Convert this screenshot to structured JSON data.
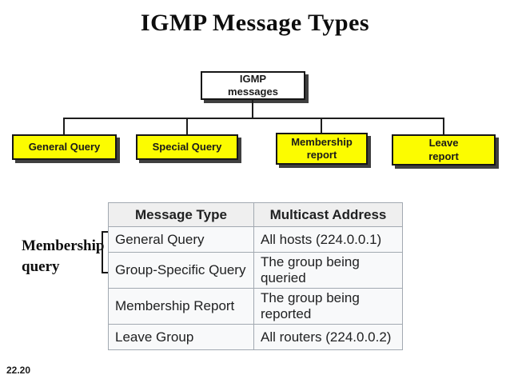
{
  "slide": {
    "title": "IGMP Message Types",
    "slide_number": "22.20"
  },
  "diagram": {
    "root": {
      "line1": "IGMP",
      "line2": "messages"
    },
    "nodes": {
      "general_query": {
        "label": "General Query"
      },
      "special_query": {
        "label": "Special Query"
      },
      "membership_report": {
        "line1": "Membership",
        "line2": "report"
      },
      "leave_report": {
        "line1": "Leave",
        "line2": "report"
      }
    }
  },
  "annotation": {
    "line1": "Membership",
    "line2": "query"
  },
  "table": {
    "headers": [
      "Message Type",
      "Multicast Address"
    ],
    "rows": [
      [
        "General Query",
        "All hosts (224.0.0.1)"
      ],
      [
        "Group-Specific Query",
        "The group being queried"
      ],
      [
        "Membership Report",
        "The group being reported"
      ],
      [
        "Leave Group",
        "All routers (224.0.0.2)"
      ]
    ]
  },
  "colors": {
    "node_fill": "#FCFC00",
    "node_border": "#161616",
    "node_shadow": "#3F3F3F",
    "table_border": "#A2A9B1",
    "table_cell_bg": "#F8F9FA",
    "table_header_bg": "#EFEFEF",
    "text": "#202122"
  }
}
